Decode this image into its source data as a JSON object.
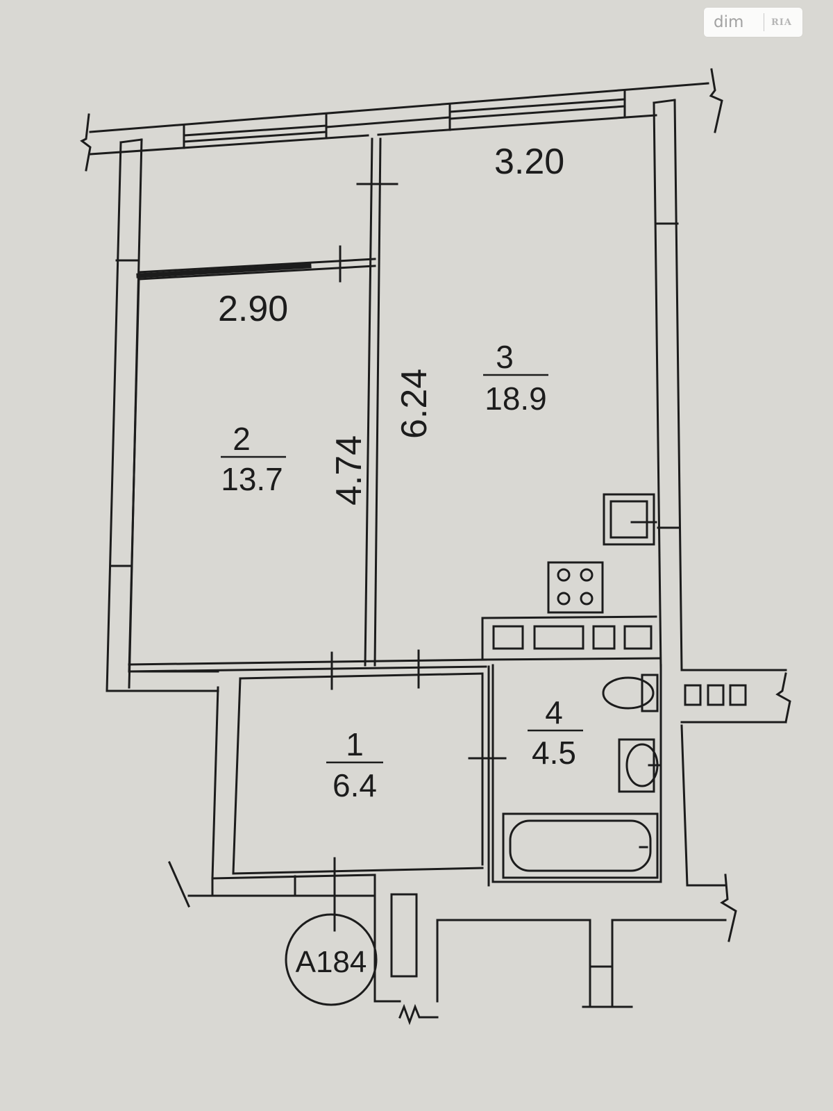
{
  "watermark": {
    "brand_text": "dim",
    "logo_text": "RIA"
  },
  "dimensions": {
    "living_room_width": "3.20",
    "bedroom_width": "2.90",
    "bedroom_length": "4.74",
    "living_room_length": "6.24"
  },
  "rooms": [
    {
      "number": "1",
      "area": "6.4"
    },
    {
      "number": "2",
      "area": "13.7"
    },
    {
      "number": "3",
      "area": "18.9"
    },
    {
      "number": "4",
      "area": "4.5"
    }
  ],
  "apartment_label": "A184",
  "colors": {
    "background": "#d9d8d3",
    "ink": "#1c1c1c"
  }
}
